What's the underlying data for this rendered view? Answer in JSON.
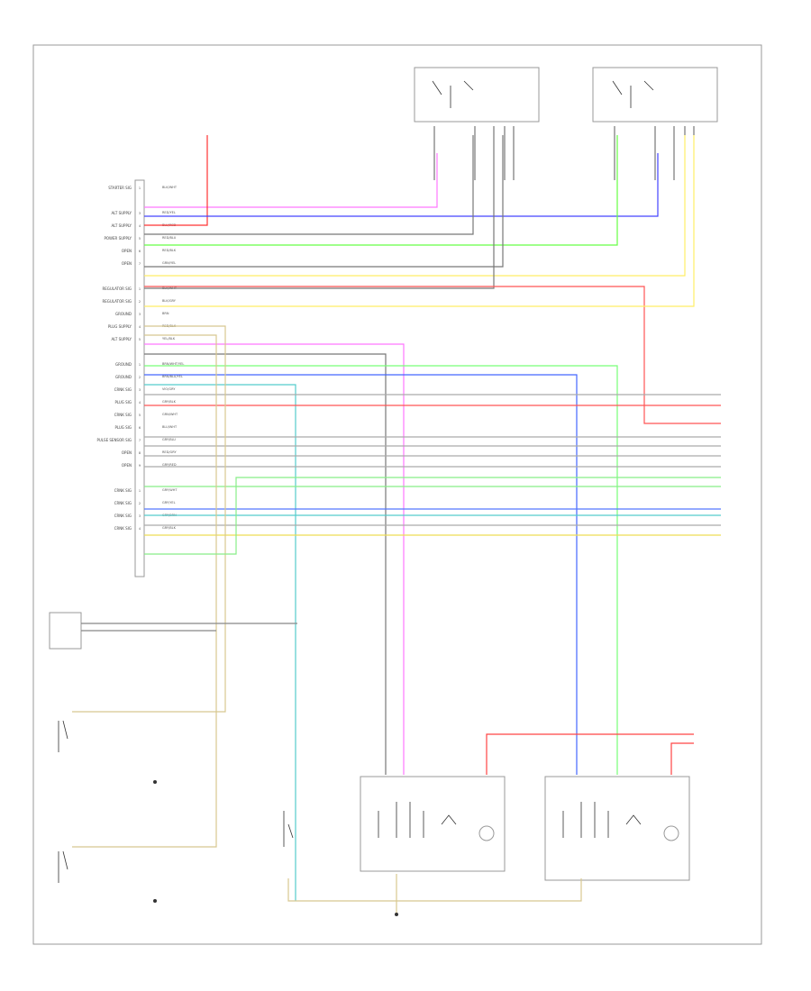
{
  "connector_rows": [
    {
      "label": "STARTER SIG",
      "pin": "1",
      "wire": "BLK/WHT"
    },
    {
      "label": "",
      "pin": "",
      "wire": ""
    },
    {
      "label": "ALT SUPPLY",
      "pin": "3",
      "wire": "RED/YEL"
    },
    {
      "label": "ALT SUPPLY",
      "pin": "4",
      "wire": "BLU/RED"
    },
    {
      "label": "POWER SUPPLY",
      "pin": "5",
      "wire": "RED/BLU"
    },
    {
      "label": "OPEN",
      "pin": "6",
      "wire": "RED/BLK"
    },
    {
      "label": "OPEN",
      "pin": "7",
      "wire": "GRN/YEL"
    },
    {
      "label": "",
      "pin": "",
      "wire": ""
    },
    {
      "label": "REGULATOR SIG",
      "pin": "1",
      "wire": "BLK/WHT"
    },
    {
      "label": "REGULATOR SIG",
      "pin": "2",
      "wire": "BLK/GRY"
    },
    {
      "label": "GROUND",
      "pin": "3",
      "wire": "BRN"
    },
    {
      "label": "PLUG SUPPLY",
      "pin": "4",
      "wire": "RED/BLK"
    },
    {
      "label": "ALT SUPPLY",
      "pin": "5",
      "wire": "YEL/BLK"
    },
    {
      "label": "",
      "pin": "",
      "wire": ""
    },
    {
      "label": "GROUND",
      "pin": "1",
      "wire": "BRN/WHT/YEL"
    },
    {
      "label": "GROUND",
      "pin": "2",
      "wire": "BRN/BLU/YEL"
    },
    {
      "label": "CRNK SIG",
      "pin": "3",
      "wire": "VIO/GRY"
    },
    {
      "label": "PLUG SIG",
      "pin": "4",
      "wire": "GRY/BLK"
    },
    {
      "label": "CRNK SIG",
      "pin": "5",
      "wire": "GRN/WHT"
    },
    {
      "label": "PLUG SIG",
      "pin": "6",
      "wire": "BLU/WHT"
    },
    {
      "label": "PULSE SENSOR SIG",
      "pin": "7",
      "wire": "GRY/BLU"
    },
    {
      "label": "OPEN",
      "pin": "8",
      "wire": "RED/GRY"
    },
    {
      "label": "OPEN",
      "pin": "9",
      "wire": "GRY/RED"
    },
    {
      "label": "",
      "pin": "",
      "wire": ""
    },
    {
      "label": "CRNK SIG",
      "pin": "1",
      "wire": "GRY/WHT"
    },
    {
      "label": "CRNK SIG",
      "pin": "2",
      "wire": "GRY/YEL"
    },
    {
      "label": "CRNK SIG",
      "pin": "3",
      "wire": "GRY/BRN"
    },
    {
      "label": "CRNK SIG",
      "pin": "4",
      "wire": "GRY/BLK"
    }
  ]
}
